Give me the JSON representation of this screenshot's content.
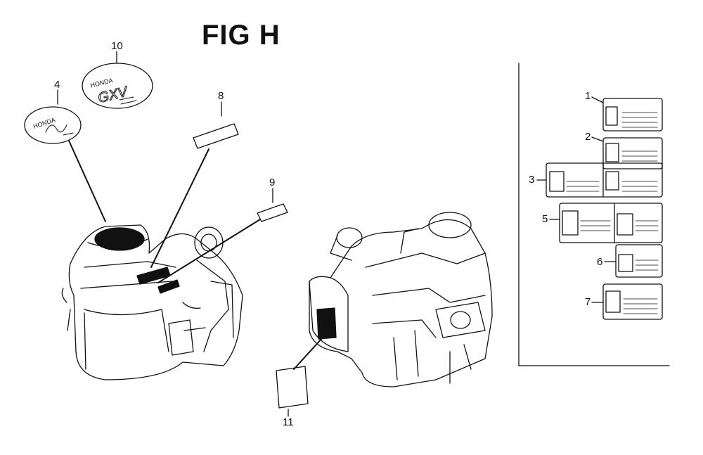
{
  "figure": {
    "title": "FIG H"
  },
  "callouts": {
    "c1": "1",
    "c2": "2",
    "c3": "3",
    "c4": "4",
    "c5": "5",
    "c6": "6",
    "c7": "7",
    "c8": "8",
    "c9": "9",
    "c10": "10",
    "c11": "11"
  },
  "emblems": {
    "honda_small": "HONDA",
    "gxv_brand": "HONDA",
    "gxv_model": "GXV"
  }
}
